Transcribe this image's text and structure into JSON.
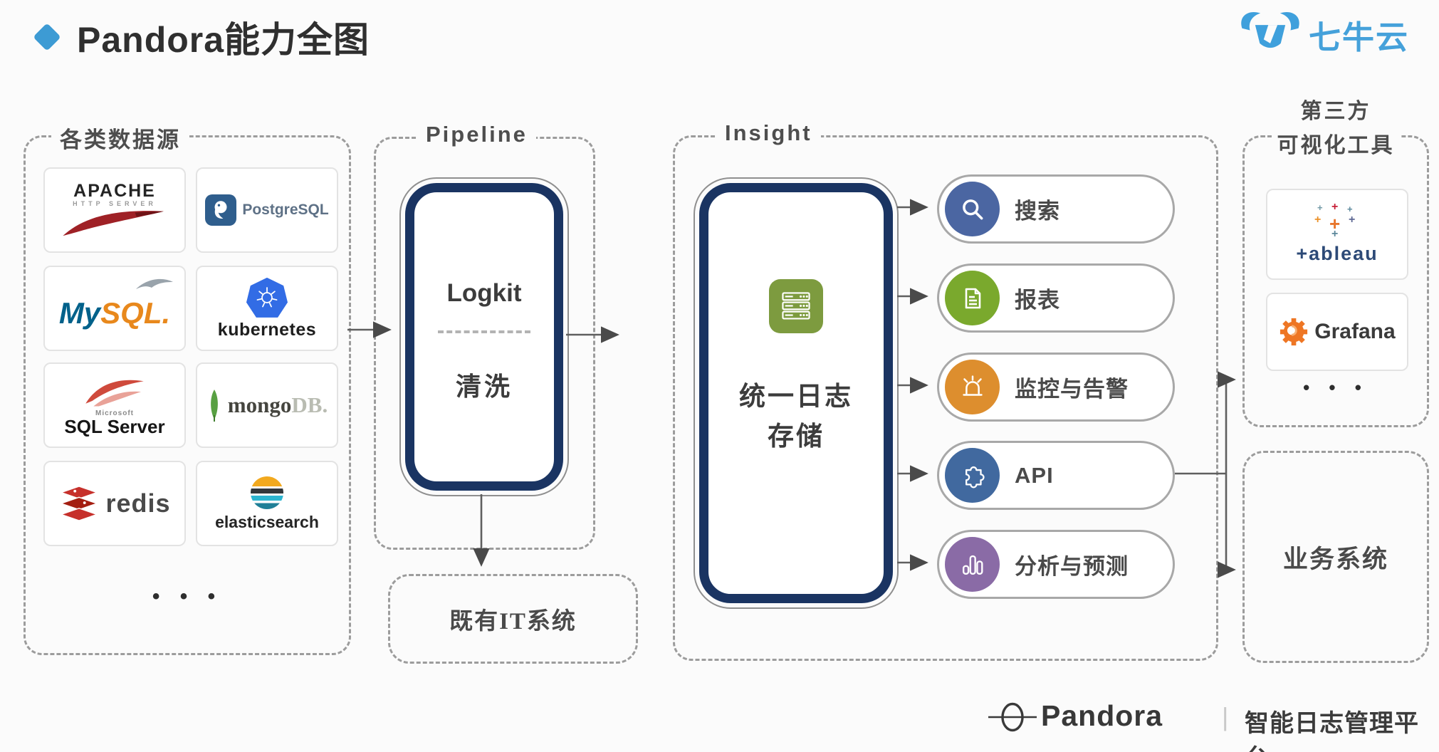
{
  "header": {
    "title": "Pandora能力全图",
    "bullet_color": "#3d9bd4",
    "brand": {
      "name": "七牛云",
      "color": "#45a1da"
    }
  },
  "colors": {
    "navy_frame": "#1a3462",
    "dashed_border": "#9c9c9c",
    "arrow": "#4a4a4a",
    "storage_icon_green": "#7d9b3f"
  },
  "datasources": {
    "label": "各类数据源",
    "items": [
      {
        "name": "apache",
        "line1": "APACHE",
        "line2": "HTTP SERVER"
      },
      {
        "name": "postgresql",
        "text": "PostgreSQL"
      },
      {
        "name": "mysql",
        "part1": "My",
        "part2": "SQL."
      },
      {
        "name": "kubernetes",
        "text": "kubernetes"
      },
      {
        "name": "sqlserver",
        "line1": "Microsoft",
        "line2": "SQL Server"
      },
      {
        "name": "mongodb",
        "part1": "mongo",
        "part2": "DB."
      },
      {
        "name": "redis",
        "text": "redis"
      },
      {
        "name": "elasticsearch",
        "text": "elasticsearch"
      }
    ],
    "more": "• • •"
  },
  "pipeline": {
    "label": "Pipeline",
    "node_top": "Logkit",
    "node_bottom": "清洗",
    "external_box": "既有IT系统"
  },
  "insight": {
    "label": "Insight",
    "storage_line1": "统一日志",
    "storage_line2": "存储",
    "storage_icon_color": "#7d9b3f",
    "capabilities": [
      {
        "label": "搜索",
        "icon": "search",
        "color": "#4b66a2"
      },
      {
        "label": "报表",
        "icon": "report-document",
        "color": "#7aa92d"
      },
      {
        "label": "监控与告警",
        "icon": "alarm",
        "color": "#dd8e2e"
      },
      {
        "label": "API",
        "icon": "puzzle",
        "color": "#41699f"
      },
      {
        "label": "分析与预测",
        "icon": "bar-chart",
        "color": "#8a6ba6"
      }
    ]
  },
  "thirdparty": {
    "label_line1": "第三方",
    "label_line2": "可视化工具",
    "tableau_text": "+ableau",
    "grafana_text": "Grafana",
    "more": "• • •"
  },
  "business": {
    "label": "业务系统"
  },
  "footer": {
    "brand": "Pandora",
    "separator": "|",
    "tagline": "智能日志管理平台"
  }
}
